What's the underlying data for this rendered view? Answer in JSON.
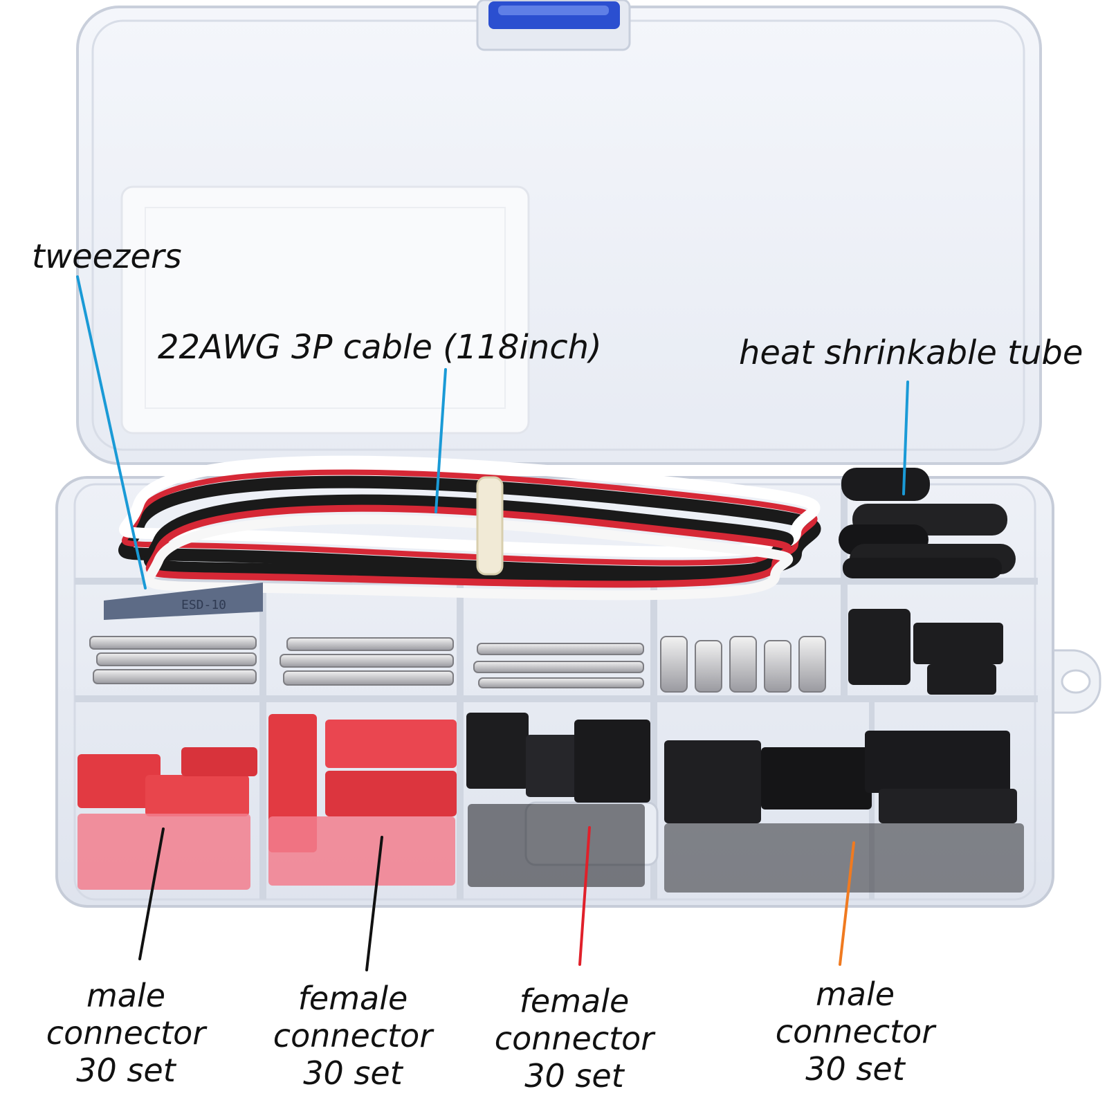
{
  "labels": {
    "tweezers": "tweezers",
    "cable": "22AWG 3P cable (118inch)",
    "heat_tube": "heat shrinkable tube",
    "bottom": [
      {
        "line1": "male",
        "line2": "connector",
        "qty": "30",
        "unit": "set"
      },
      {
        "line1": "female",
        "line2": "connector",
        "qty": "30",
        "unit": "set"
      },
      {
        "line1": "female",
        "line2": "connector",
        "qty": "30",
        "unit": "set"
      },
      {
        "line1": "male",
        "line2": "connector",
        "qty": "30",
        "unit": "set"
      }
    ]
  },
  "device_marking": "ESD-10",
  "colors": {
    "leader_blue": "#1a9ad6",
    "leader_black": "#111111",
    "leader_red": "#e0202a",
    "leader_orange": "#f07a20",
    "connector_red": "#e23a42",
    "connector_black": "#1d1d1f",
    "clasp_blue": "#2b4fd0"
  }
}
